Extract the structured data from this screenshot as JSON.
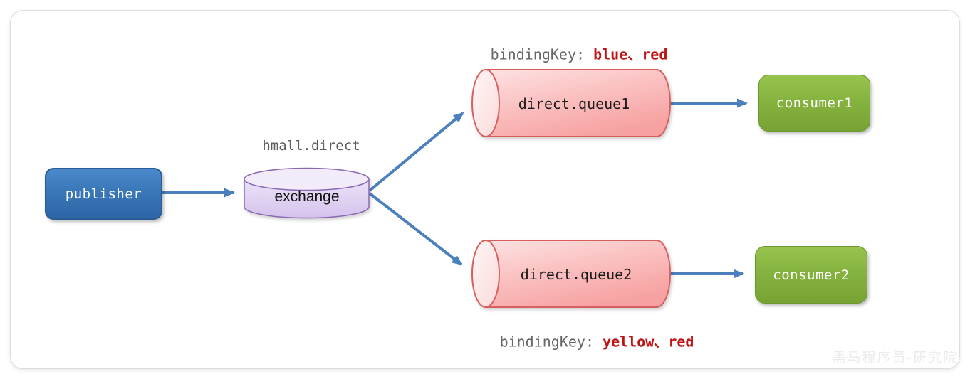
{
  "diagram": {
    "publisher": {
      "label": "publisher"
    },
    "exchange": {
      "label": "exchange",
      "name_label": "hmall.direct"
    },
    "queues": [
      {
        "label": "direct.queue1",
        "binding": {
          "prefix": "bindingKey: ",
          "keys": "blue、red"
        }
      },
      {
        "label": "direct.queue2",
        "binding": {
          "prefix": "bindingKey: ",
          "keys": "yellow、red"
        }
      }
    ],
    "consumers": [
      {
        "label": "consumer1"
      },
      {
        "label": "consumer2"
      }
    ],
    "watermark": "黑马程序员-研究院",
    "colors": {
      "arrow": "#4b80bd",
      "publisher_fill": "#3a77b8",
      "consumer_fill": "#86b33f",
      "exchange_fill": "#e0d0f0",
      "exchange_stroke": "#8a68b3",
      "queue_fill": "#f9bcbc",
      "queue_stroke": "#d95f5f",
      "binding_key_text": "#c01414",
      "label_gray": "#5a5a5a"
    }
  }
}
